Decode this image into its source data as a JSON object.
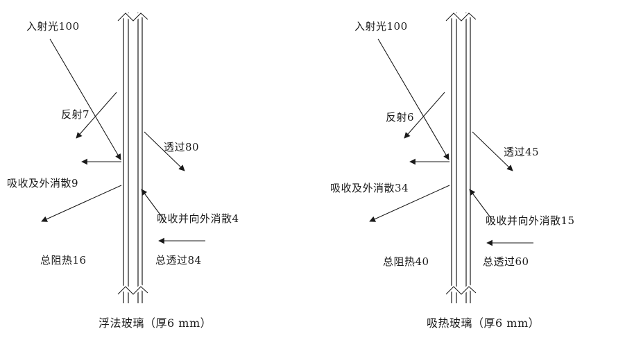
{
  "diagrams": [
    {
      "id": "float-glass",
      "labels": {
        "incident": "入射光100",
        "reflection": "反射7",
        "transmission": "透过80",
        "absorbed_external": "吸收及外消散9",
        "absorbed_internal": "吸收并向外消散4",
        "total_heat_blocked": "总阻热16",
        "total_transmitted": "总透过84",
        "caption": "浮法玻璃（厚6 mm）"
      }
    },
    {
      "id": "heat-absorbing-glass",
      "labels": {
        "incident": "入射光100",
        "reflection": "反射6",
        "transmission": "透过45",
        "absorbed_external": "吸收及外消散34",
        "absorbed_internal": "吸收并向外消散15",
        "total_heat_blocked": "总阻热40",
        "total_transmitted": "总透过60",
        "caption": "吸热玻璃（厚6 mm）"
      }
    }
  ],
  "colors": {
    "line": "#1a1a1a",
    "background": "#ffffff",
    "text": "#1a1a1a"
  }
}
